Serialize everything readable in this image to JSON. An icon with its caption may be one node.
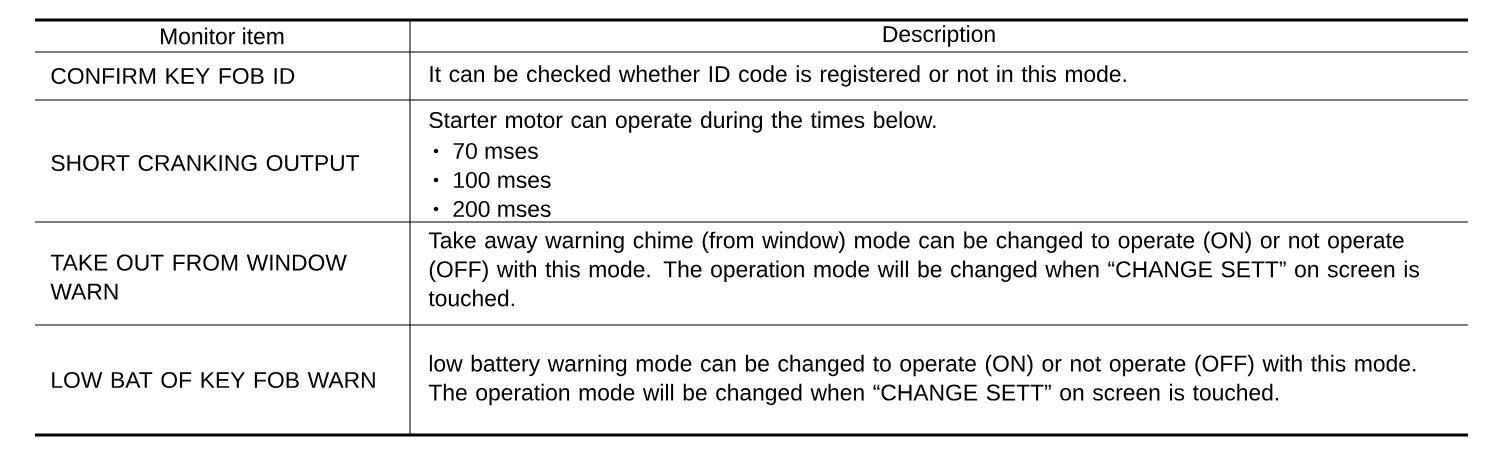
{
  "diagram": {
    "labels": [
      "Monitor item",
      "Description",
      "CONFIRM KEY FOB ID",
      "It can be checked whether ID code is registered or not in this mode.",
      "SHORT CRANKING OUTPUT",
      "Starter motor can operate during the times below.",
      "70 mses",
      "100 mses",
      "200 mses",
      "TAKE OUT FROM WINDOW WARN",
      "Take away warning chime (from window) mode can be changed to operate (ON) or not operate (OFF) with this mode. The operation mode will be changed when “CHANGE SETT” on screen is touched.",
      "LOW BAT OF KEY FOB WARN",
      "low battery warning mode can be changed to operate (ON) or not operate (OFF) with this mode. The operation mode will be changed when “CHANGE SETT” on screen is touched."
    ]
  }
}
